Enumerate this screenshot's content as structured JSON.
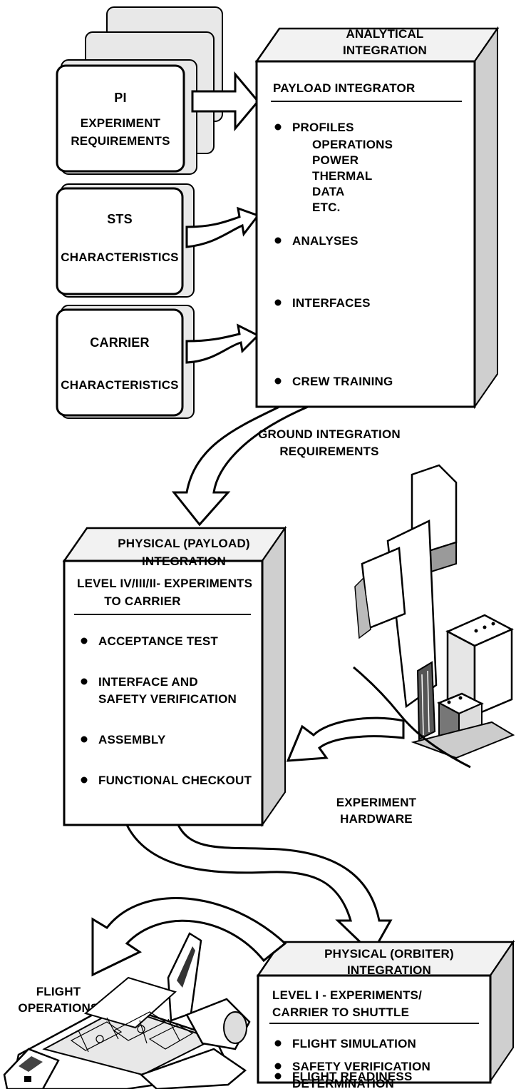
{
  "books": [
    {
      "line1": "PI",
      "line2": "EXPERIMENT",
      "line3": "REQUIREMENTS"
    },
    {
      "line1": "STS",
      "line2": "CHARACTERISTICS"
    },
    {
      "line1": "CARRIER",
      "line2": "CHARACTERISTICS"
    }
  ],
  "analytical": {
    "title1": "ANALYTICAL",
    "title2": "INTEGRATION",
    "header": "PAYLOAD INTEGRATOR",
    "profiles": "PROFILES",
    "profile_items": [
      "OPERATIONS",
      "POWER",
      "THERMAL",
      "DATA",
      "ETC."
    ],
    "analyses": "ANALYSES",
    "interfaces": "INTERFACES",
    "crew": "CREW TRAINING"
  },
  "ground": {
    "line1": "GROUND INTEGRATION",
    "line2": "REQUIREMENTS"
  },
  "physical_payload": {
    "title1": "PHYSICAL (PAYLOAD)",
    "title2": "INTEGRATION",
    "header1": "LEVEL IV/III/II- EXPERIMENTS",
    "header2": "TO CARRIER",
    "items": [
      "ACCEPTANCE TEST",
      "INTERFACE AND",
      "SAFETY VERIFICATION",
      "ASSEMBLY",
      "FUNCTIONAL CHECKOUT"
    ]
  },
  "hardware": {
    "line1": "EXPERIMENT",
    "line2": "HARDWARE"
  },
  "physical_orbiter": {
    "title1": "PHYSICAL (ORBITER)",
    "title2": "INTEGRATION",
    "header1": "LEVEL I - EXPERIMENTS/",
    "header2": "CARRIER TO SHUTTLE",
    "items": [
      "FLIGHT SIMULATION",
      "SAFETY VERIFICATION",
      "FLIGHT READINESS",
      "DETERMINATION"
    ]
  },
  "flight": {
    "line1": "FLIGHT",
    "line2": "OPERATIONS"
  }
}
